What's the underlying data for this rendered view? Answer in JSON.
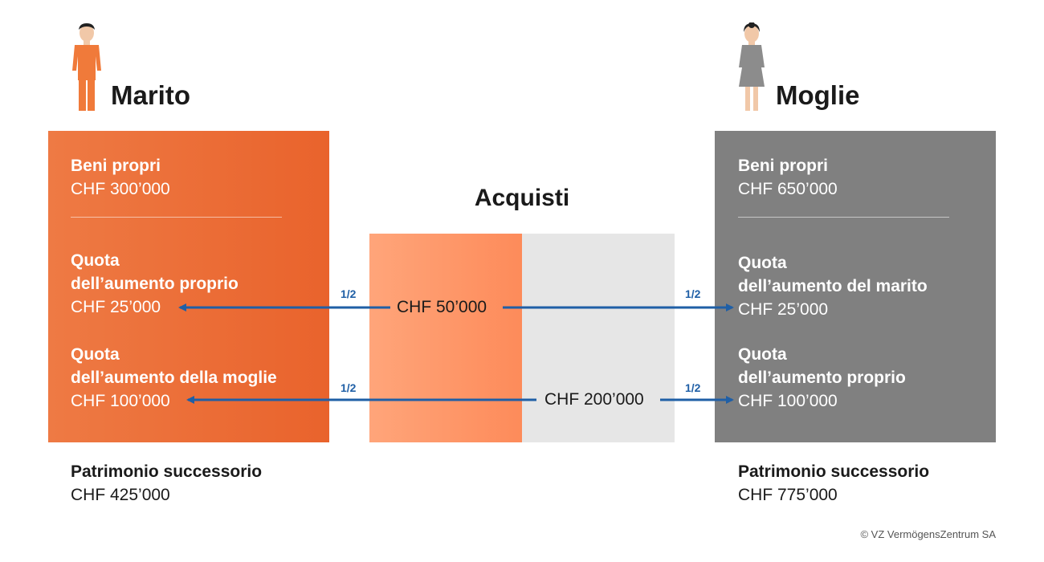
{
  "husband": {
    "title": "Marito",
    "own_assets_label": "Beni propri",
    "own_assets_value": "CHF 300’000",
    "share1_line1": "Quota",
    "share1_line2": "dell’aumento proprio",
    "share1_value": "CHF 25’000",
    "share2_line1": "Quota",
    "share2_line2": "dell’aumento della moglie",
    "share2_value": "CHF 100’000",
    "estate_label": "Patrimonio successorio",
    "estate_value": "CHF 425’000",
    "color": "#e9632c"
  },
  "wife": {
    "title": "Moglie",
    "own_assets_label": "Beni propri",
    "own_assets_value": "CHF 650’000",
    "share1_line1": "Quota",
    "share1_line2": "dell’aumento del marito",
    "share1_value": "CHF 25’000",
    "share2_line1": "Quota",
    "share2_line2": "dell’aumento proprio",
    "share2_value": "CHF 100’000",
    "estate_label": "Patrimonio successorio",
    "estate_value": "CHF 775’000",
    "color": "#808080"
  },
  "acquisitions": {
    "title": "Acquisti",
    "husband_amount": "CHF 50’000",
    "wife_amount": "CHF 200’000",
    "husband_color": "#fd8b5a",
    "wife_color": "#e6e6e6"
  },
  "fractions": {
    "row1_left": "1/2",
    "row1_right": "1/2",
    "row2_left": "1/2",
    "row2_right": "1/2"
  },
  "arrow_color": "#1f5fa6",
  "copyright": "© VZ VermögensZentrum SA"
}
